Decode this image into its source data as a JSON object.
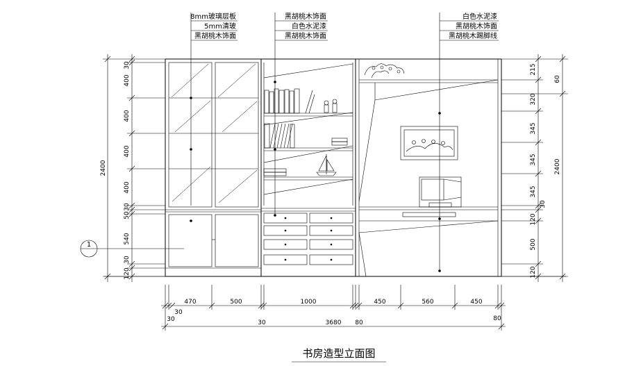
{
  "title": "书房造型立面图",
  "section_marker": "1",
  "callouts": {
    "left": [
      "8mm玻璃层板",
      "5mm清玻",
      "黑胡桃木饰面"
    ],
    "middle": [
      "黑胡桃木饰面",
      "白色水泥漆",
      "黑胡桃木饰面"
    ],
    "right": [
      "白色水泥漆",
      "黑胡桃木饰面",
      "黑胡桃木踢脚线"
    ]
  },
  "dims_left": {
    "segments": [
      "30",
      "400",
      "400",
      "400",
      "400",
      "30",
      "50",
      "540",
      "30",
      "120"
    ],
    "total": "2400"
  },
  "dims_right_inner": [
    "215",
    "320",
    "345",
    "345",
    "345",
    "30",
    "120",
    "500",
    "120"
  ],
  "dims_right_outer": {
    "top": "60",
    "total": "2400"
  },
  "dims_bottom": {
    "row1": [
      "470",
      "500",
      "1000",
      "450",
      "560",
      "450"
    ],
    "row2_left": "30",
    "row2_left2": "30",
    "row3": {
      "left": "30",
      "total": "3680",
      "right": "80",
      "right2": "80"
    }
  }
}
